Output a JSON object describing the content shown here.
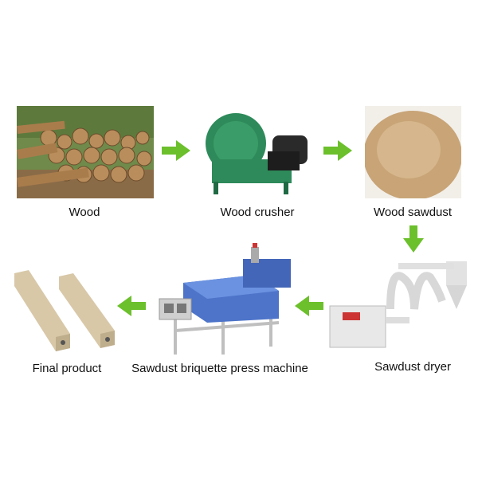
{
  "title": "Sawdust briquette production process",
  "steps": [
    {
      "label": "Wood",
      "icon": "wood-logs-image"
    },
    {
      "label": "Wood crusher",
      "icon": "wood-crusher-image"
    },
    {
      "label": "Wood sawdust",
      "icon": "sawdust-pile-image"
    },
    {
      "label": "Sawdust dryer",
      "icon": "sawdust-dryer-image"
    },
    {
      "label": "Sawdust briquette press machine",
      "icon": "briquette-press-image"
    },
    {
      "label": "Final product",
      "icon": "briquette-product-image"
    }
  ],
  "colors": {
    "arrow": "#6cc02c",
    "text": "#111111"
  }
}
